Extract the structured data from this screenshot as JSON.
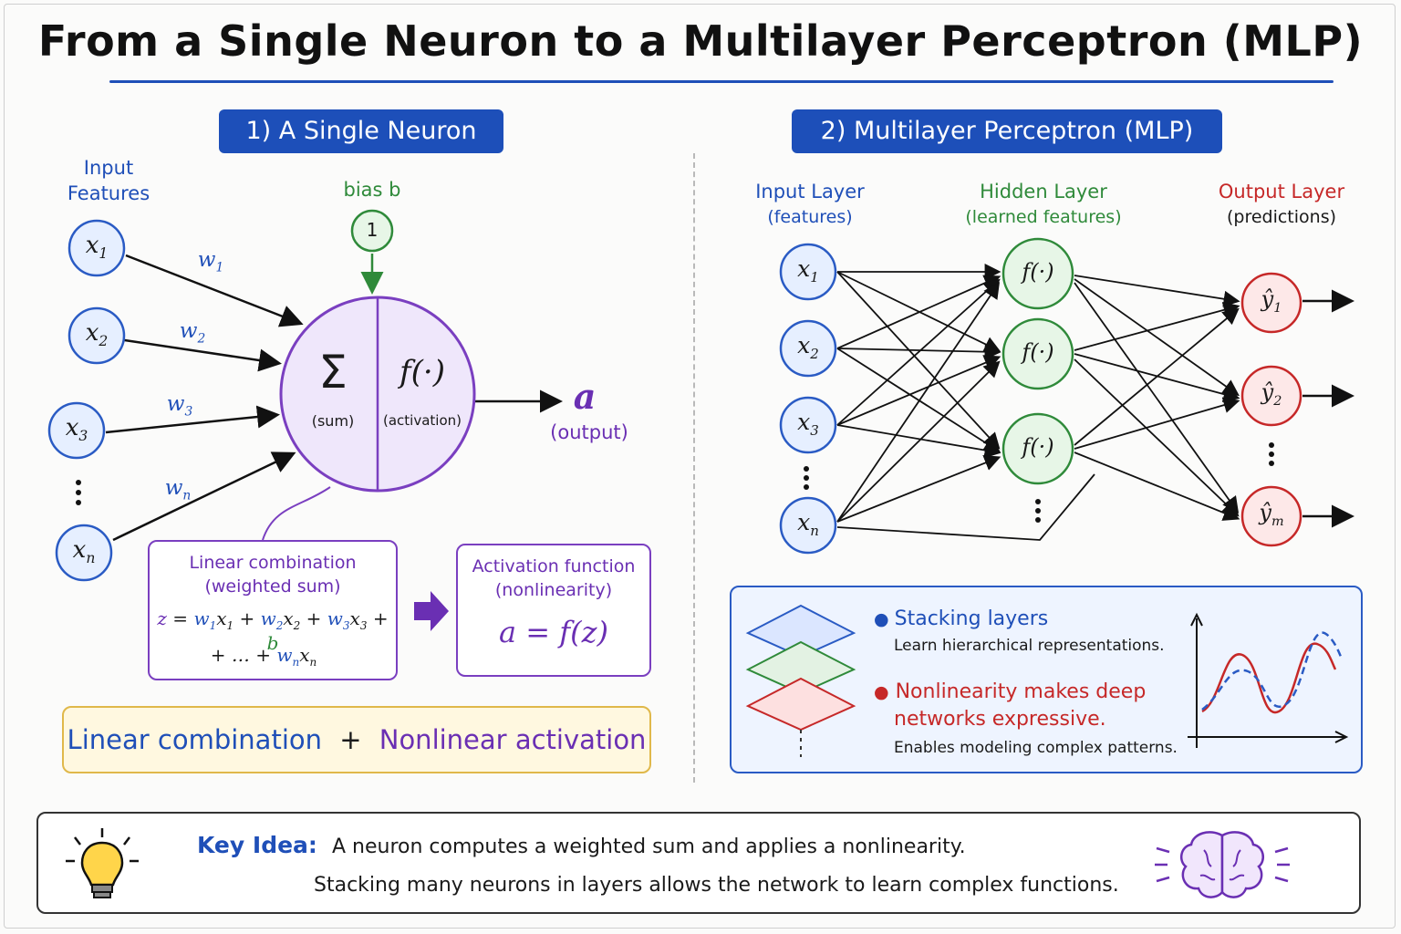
{
  "title": "From a Single Neuron to a Multilayer Perceptron (MLP)",
  "single": {
    "heading": "1) A Single Neuron",
    "input_label_1": "Input",
    "input_label_2": "Features",
    "bias_label": "bias b",
    "bias_value": "1",
    "inputs": [
      "x1",
      "x2",
      "x3",
      "xn"
    ],
    "weights": [
      "w1",
      "w2",
      "w3",
      "wn"
    ],
    "sum_symbol": "Σ",
    "sum_caption": "(sum)",
    "act_symbol": "f(·)",
    "act_caption": "(activation)",
    "output_symbol": "a",
    "output_caption": "(output)",
    "linear_box_title_1": "Linear combination",
    "linear_box_title_2": "(weighted sum)",
    "linear_eq_line1": "z = w1x1 + w2x2 + w3x3 + b",
    "linear_eq_line2": "+ … + wnxn",
    "act_box_title_1": "Activation function",
    "act_box_title_2": "(nonlinearity)",
    "act_eq": "a = f(z)",
    "summary_left": "Linear combination",
    "summary_plus": "+",
    "summary_right": "Nonlinear activation"
  },
  "mlp": {
    "heading": "2) Multilayer Perceptron (MLP)",
    "input_layer": "Input Layer",
    "input_layer_sub": "(features)",
    "hidden_layer": "Hidden Layer",
    "hidden_layer_sub": "(learned features)",
    "output_layer": "Output Layer",
    "output_layer_sub": "(predictions)",
    "inputs": [
      "x1",
      "x2",
      "x3",
      "xn"
    ],
    "hidden": [
      "f(·)",
      "f(·)",
      "f(·)"
    ],
    "outputs": [
      "ŷ1",
      "ŷ2",
      "ŷm"
    ],
    "bullet1_title": "Stacking layers",
    "bullet1_text": "Learn hierarchical representations.",
    "bullet2_title_1": "Nonlinearity makes deep",
    "bullet2_title_2": "networks expressive.",
    "bullet2_text": "Enables modeling complex patterns."
  },
  "key": {
    "label": "Key Idea:",
    "line1": "A neuron computes a weighted sum and applies a nonlinearity.",
    "line2": "Stacking many neurons in layers allows the network to learn complex functions."
  },
  "colors": {
    "blue": "#1f4fb8",
    "green": "#2f8a3a",
    "red": "#c62828",
    "purple": "#6a2fb3",
    "yellow": "#e0b84a"
  },
  "icons": [
    "lightbulb-icon",
    "brain-icon",
    "stacked-layers-icon",
    "curve-plot-icon",
    "arrow-right-icon"
  ]
}
